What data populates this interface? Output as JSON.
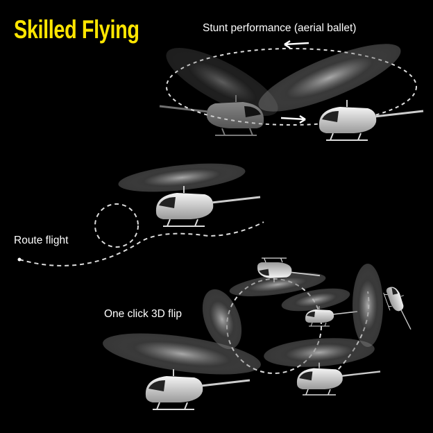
{
  "title": "Skilled Flying",
  "sections": {
    "stunt": "Stunt performance (aerial ballet)",
    "route": "Route flight",
    "flip": "One click 3D flip"
  },
  "colors": {
    "title": "#ffe600",
    "background": "#000000",
    "text": "#ffffff"
  }
}
